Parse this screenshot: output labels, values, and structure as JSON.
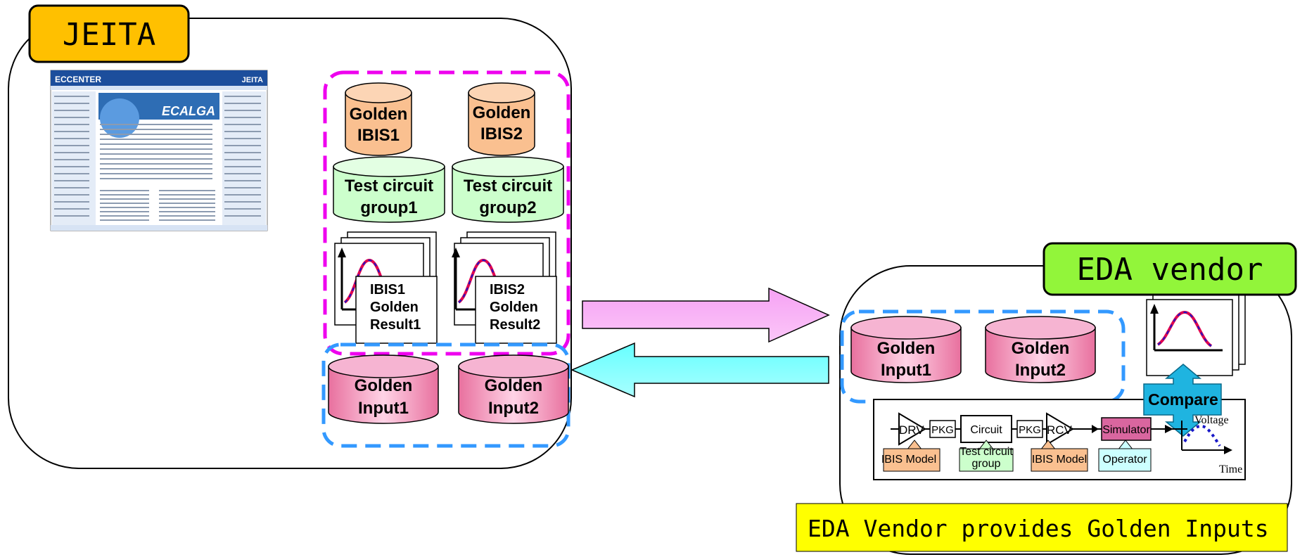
{
  "colors": {
    "jeita_label_bg": "#FFC000",
    "eda_label_bg": "#92F53A",
    "golden_ibis_fill": "#FAC090",
    "test_circuit_fill": "#CCFFCC",
    "golden_input_fill": "#F29BC7",
    "magenta_dash": "#EE00EE",
    "blue_dash": "#3399FF",
    "pink_arrow": "#F9A6F5",
    "cyan_arrow": "#66FFFF",
    "compare_fill": "#1FB4E0",
    "simulator_fill": "#D9669F",
    "operator_fill": "#CCFFFF",
    "ibis_model_fill": "#FAC090",
    "test_group_fill": "#CCFFCC",
    "footer_bg": "#FFFF00"
  },
  "jeita": {
    "label": "JEITA",
    "screenshot": {
      "logo": "ECCENTER",
      "brand": "JEITA",
      "banner": "ECALGA"
    },
    "golden_ibis": [
      "Golden",
      "IBIS1",
      "Golden",
      "IBIS2"
    ],
    "test_circuits": [
      "Test circuit",
      "group1",
      "Test circuit",
      "group2"
    ],
    "results": [
      "IBIS1",
      "Golden",
      "Result1",
      "IBIS2",
      "Golden",
      "Result2"
    ],
    "golden_inputs": [
      "Golden",
      "Input1",
      "Golden",
      "Input2"
    ]
  },
  "eda": {
    "label": "EDA vendor",
    "golden_inputs": [
      "Golden",
      "Input1",
      "Golden",
      "Input2"
    ],
    "compare": "Compare",
    "circuit": {
      "drv": "DRV",
      "pkg1": "PKG",
      "circuit": "Circuit",
      "pkg2": "PKG",
      "rcv": "RCV",
      "simulator": "Simulator",
      "ibis_model_1": "IBIS Model",
      "test_group_1": "Test circuit",
      "test_group_2": "group",
      "ibis_model_2": "IBIS Model",
      "operator": "Operator",
      "voltage_axis": "Voltage",
      "time_axis": "Time"
    }
  },
  "footer": "EDA Vendor provides Golden Inputs"
}
